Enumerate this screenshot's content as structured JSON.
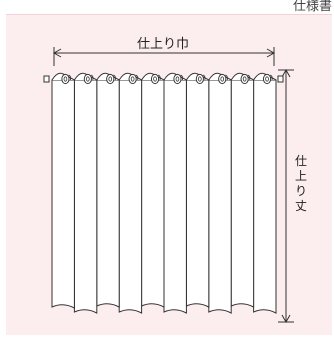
{
  "caption": "仕様書",
  "width_label": "仕上り巾",
  "height_label_chars": [
    "仕",
    "上",
    "り",
    "丈"
  ],
  "colors": {
    "background": "#fcedee",
    "stroke": "#333333",
    "panel": "#ffffff"
  },
  "icons": [
    "double-arrow-horizontal-icon",
    "double-arrow-vertical-icon",
    "curtain-hook-icon",
    "curtain-ring-icon"
  ]
}
